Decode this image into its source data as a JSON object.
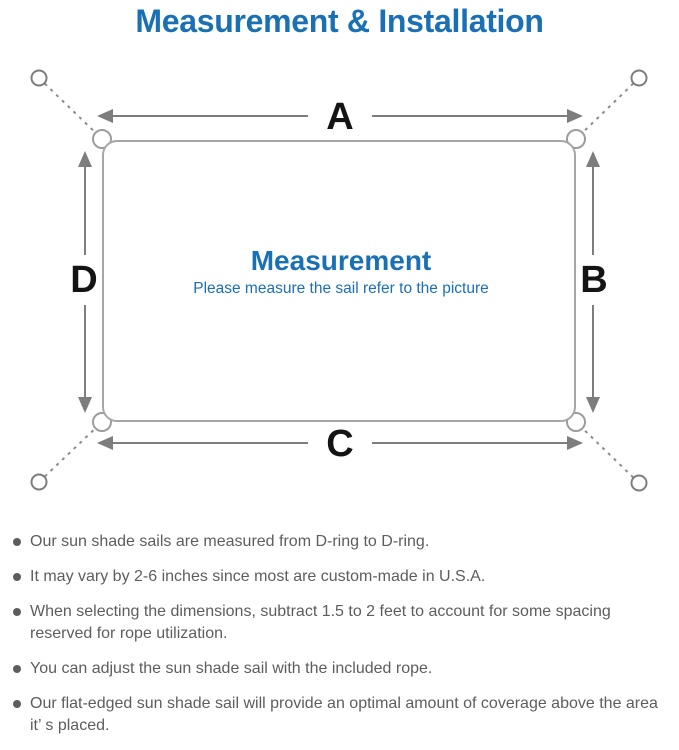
{
  "title": "Measurement & Installation",
  "colors": {
    "accent_blue": "#1a70b5",
    "arrow_gray": "#7d7d7d",
    "outline_gray": "#a6a6a6",
    "label_black": "#141414",
    "note_gray": "#5d5d5d"
  },
  "diagram": {
    "labels": {
      "top": "A",
      "right": "B",
      "bottom": "C",
      "left": "D"
    },
    "center_title": "Measurement",
    "center_subtitle": "Please measure the sail refer to the picture"
  },
  "notes": [
    "Our sun shade sails are measured from D-ring to D-ring.",
    "It may vary by 2-6 inches since most are custom-made in U.S.A.",
    "When selecting the dimensions, subtract 1.5 to 2 feet to account for some spacing reserved for rope utilization.",
    "You can adjust the sun shade sail with the included rope.",
    "Our flat-edged sun shade sail will provide an optimal amount of coverage above the area it’ s placed."
  ]
}
